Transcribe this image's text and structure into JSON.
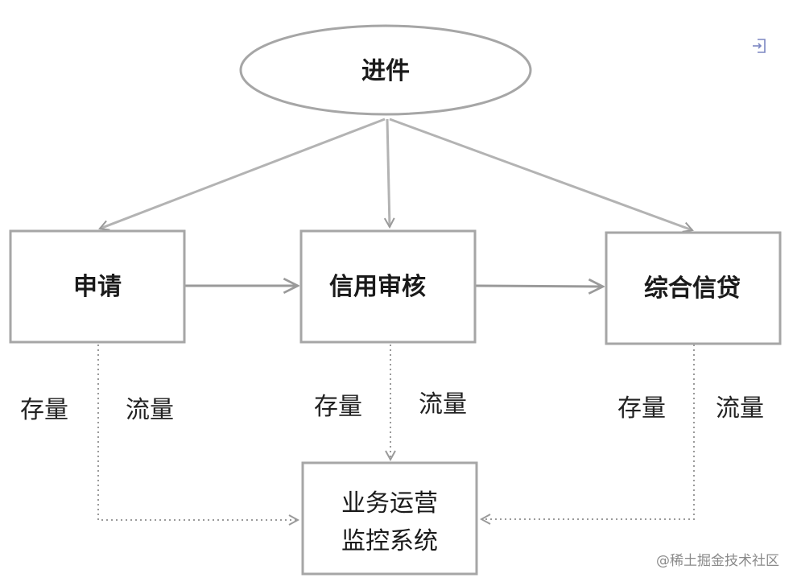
{
  "nodes": {
    "intake": "进件",
    "apply": "申请",
    "credit_review": "信用审核",
    "integrated_credit": "综合信贷",
    "monitor_line1": "业务运营",
    "monitor_line2": "监控系统"
  },
  "edge_labels": {
    "apply_stock": "存量",
    "apply_flow": "流量",
    "review_stock": "存量",
    "review_flow": "流量",
    "credit_stock": "存量",
    "credit_flow": "流量"
  },
  "watermark": "@稀土掘金技术社区",
  "icons": {
    "corner": "exit-icon"
  },
  "colors": {
    "stroke": "#a6a6a6",
    "text": "#1a1a1a"
  }
}
